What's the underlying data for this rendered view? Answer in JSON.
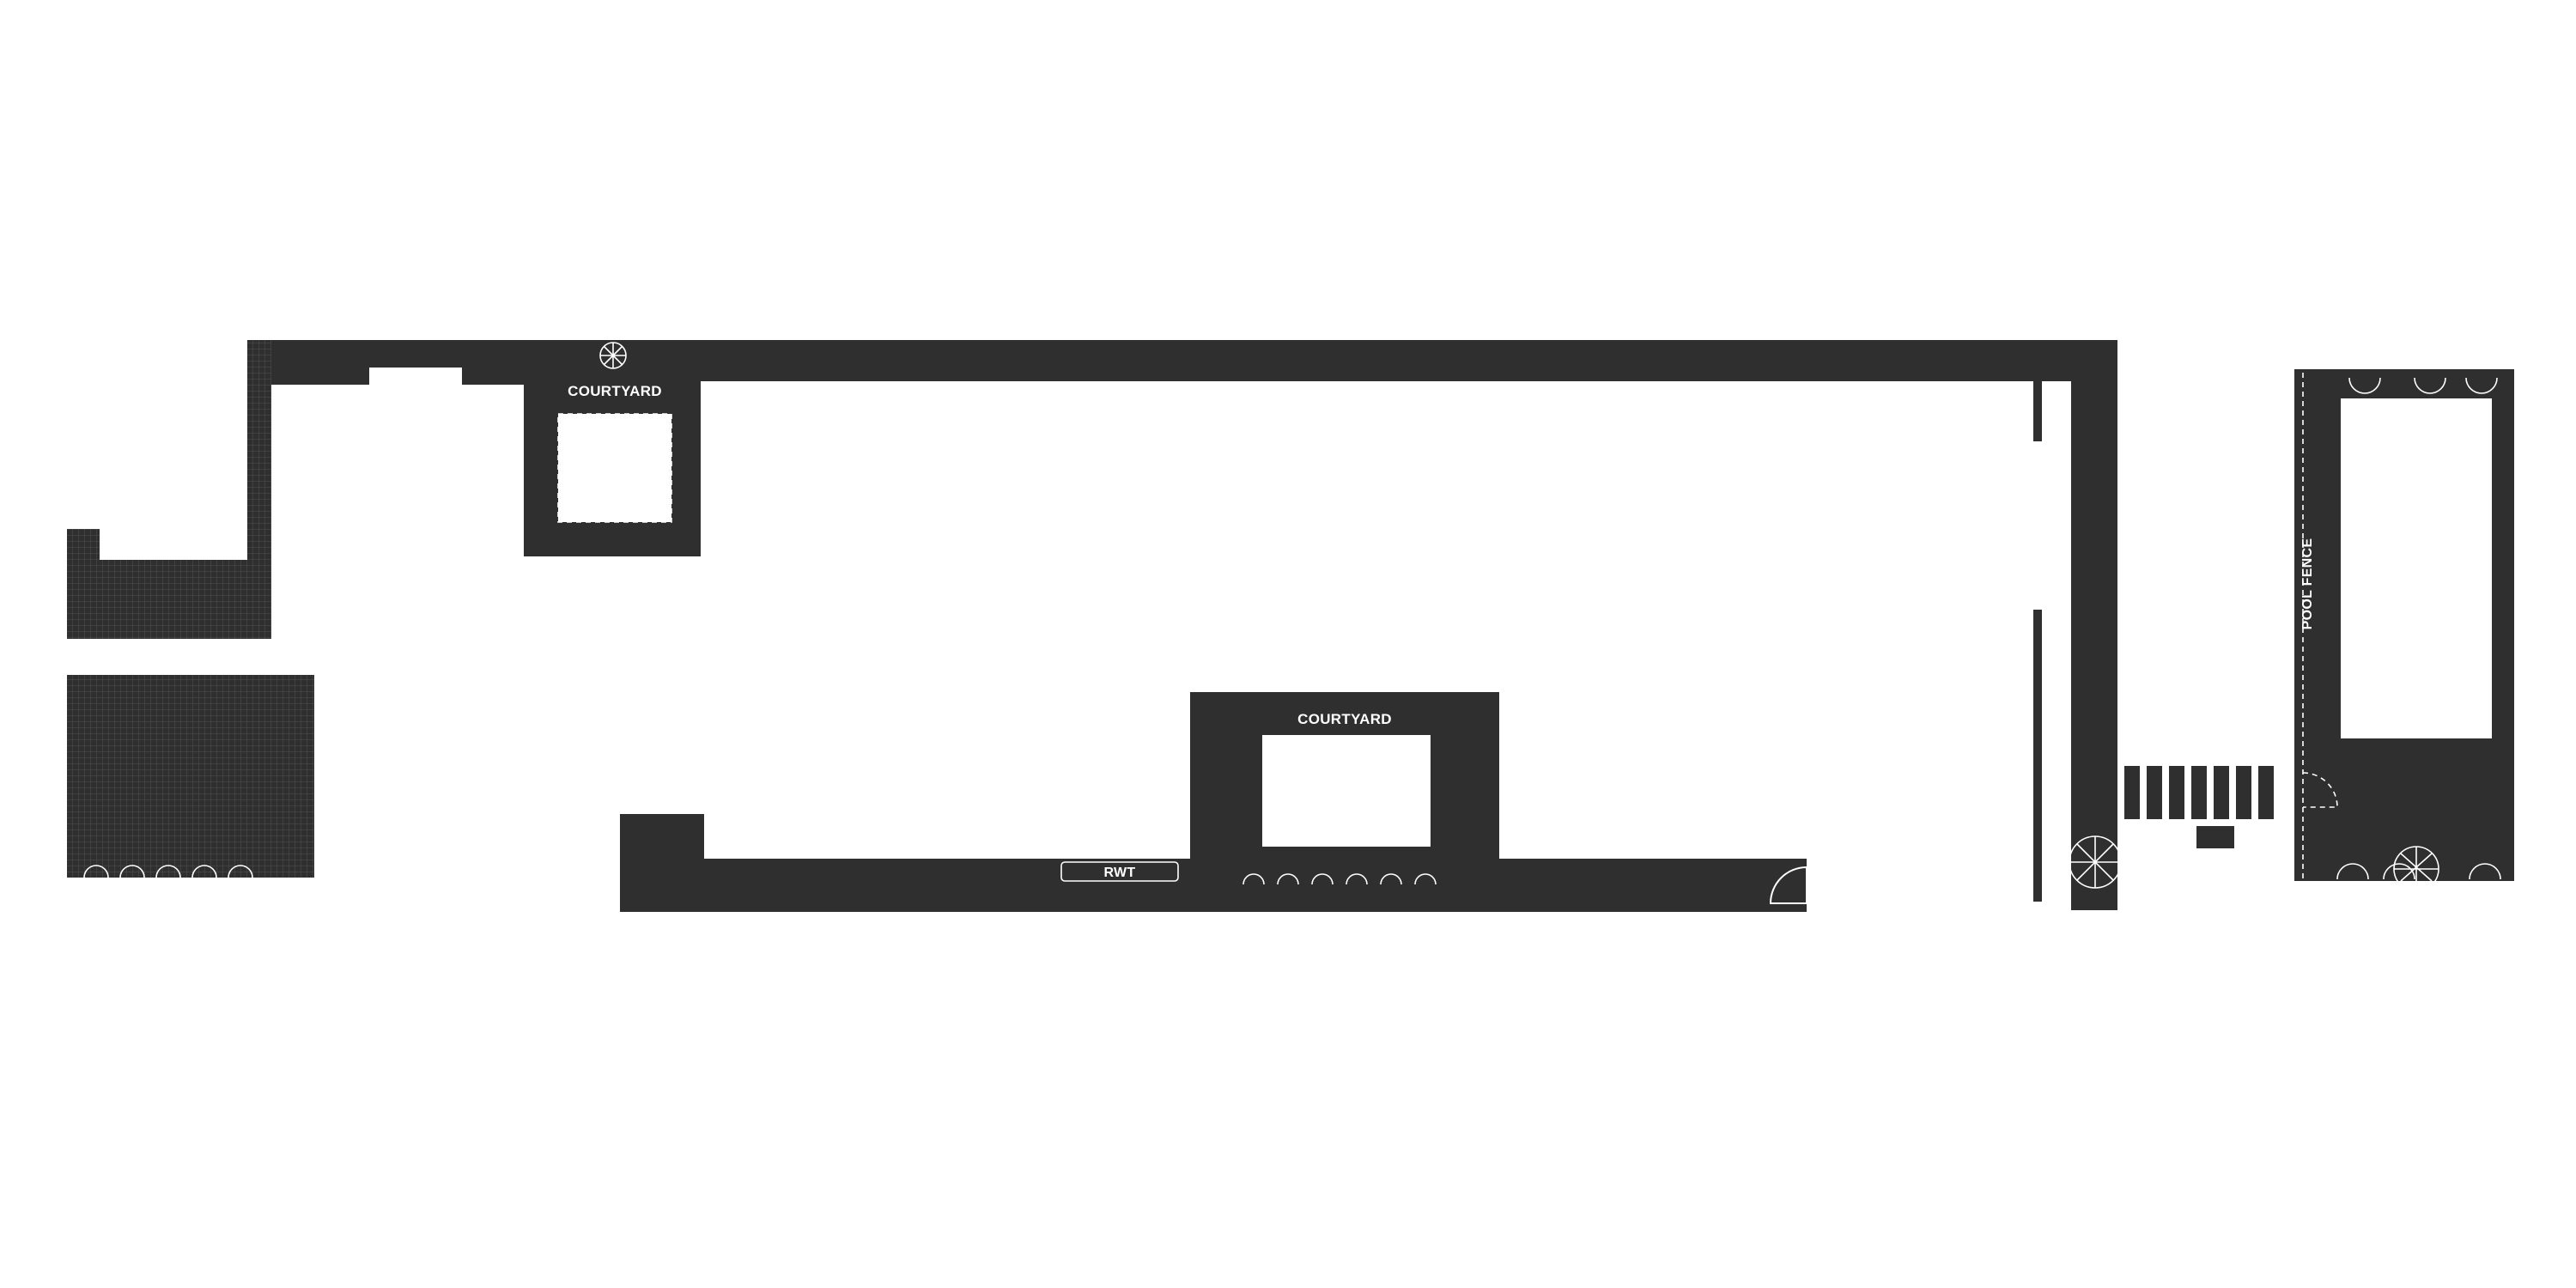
{
  "labels": {
    "courtyard_north": "COURTYARD",
    "courtyard_south": "COURTYARD",
    "rwt": "RWT",
    "pool_fence": "POOL FENCE"
  },
  "colors": {
    "fill": "#2f2f2f",
    "background": "#ffffff",
    "linework": "#ffffff"
  }
}
